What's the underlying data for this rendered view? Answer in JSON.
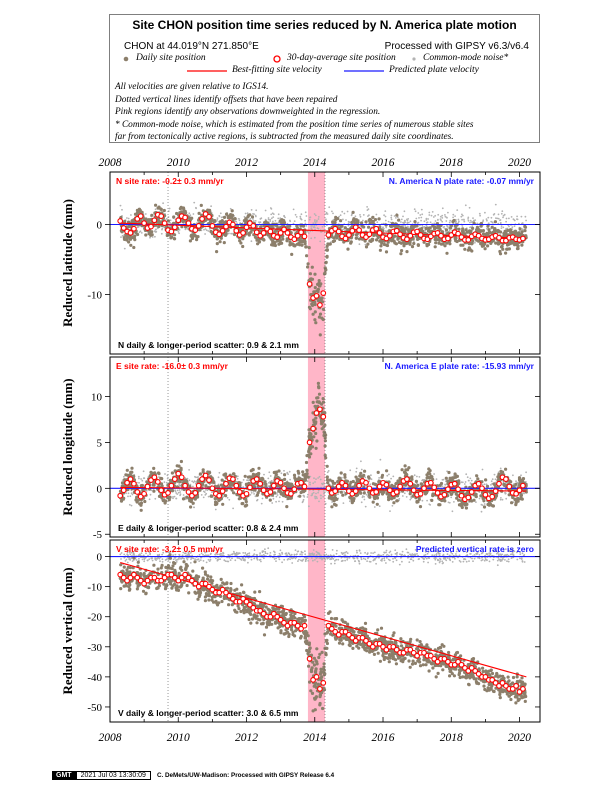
{
  "legend": {
    "title": "Site CHON position time series reduced by N. America plate motion",
    "site_line": "CHON at 44.019°N 271.850°E",
    "processed": "Processed with GIPSY v6.3/v6.4",
    "daily_label": "Daily site position",
    "avg_label": "30-day-average site position",
    "common_label": "Common-mode noise*",
    "fit_label": "Best-fitting site velocity",
    "pred_label": "Predicted plate velocity",
    "notes": [
      "All velocities are given relative to IGS14.",
      "Dotted vertical lines identify offsets that have been repaired",
      "Pink regions identify any observations downweighted in the regression.",
      "* Common-mode noise, which is estimated from the position time series of numerous stable sites",
      "far from tectonically active regions, is subtracted from the measured daily site coordinates."
    ]
  },
  "colors": {
    "daily": "#8c7f6b",
    "average": "#ff0000",
    "common": "#b3b3b3",
    "fit": "#ff0000",
    "predicted": "#1a1aff",
    "pink": "#ffb6c8"
  },
  "footer": {
    "logo": "GMT",
    "timestamp": "2021 Jul 03 13:30:09",
    "credit": "C. DeMets/UW-Madison: Processed with GIPSY Release 6.4"
  },
  "chart_data": [
    {
      "type": "scatter",
      "panel": "north",
      "ylabel": "Reduced latitude (mm)",
      "xlim": [
        2008,
        2020.6
      ],
      "ylim": [
        -18.5,
        7.5
      ],
      "xticks": [
        2008,
        2010,
        2012,
        2014,
        2016,
        2018,
        2020
      ],
      "yticks": [
        0,
        -10
      ],
      "site_rate": "N site rate:  -0.2± 0.3 mm/yr",
      "plate_rate": "N. America N plate rate:  -0.07 mm/yr",
      "scatter": "N daily & longer-period scatter:   0.9 &   2.1 mm",
      "fit_line": {
        "x": [
          2008.3,
          2020.2
        ],
        "y": [
          0.2,
          -2.0
        ]
      },
      "predicted_line": {
        "x": [
          2008,
          2020.6
        ],
        "y": [
          0,
          0
        ]
      },
      "offset_x": 2009.7,
      "pink_region": [
        2013.8,
        2014.3
      ],
      "averages": {
        "x": [
          2008.3,
          2008.4,
          2008.5,
          2008.6,
          2008.7,
          2008.8,
          2008.9,
          2009.0,
          2009.1,
          2009.2,
          2009.3,
          2009.4,
          2009.5,
          2009.6,
          2009.7,
          2009.8,
          2009.9,
          2010.0,
          2010.1,
          2010.2,
          2010.3,
          2010.4,
          2010.5,
          2010.6,
          2010.7,
          2010.8,
          2010.9,
          2011.0,
          2011.1,
          2011.2,
          2011.3,
          2011.4,
          2011.5,
          2011.6,
          2011.7,
          2011.8,
          2011.9,
          2012.0,
          2012.1,
          2012.2,
          2012.3,
          2012.4,
          2012.5,
          2012.6,
          2012.7,
          2012.8,
          2012.9,
          2013.0,
          2013.1,
          2013.2,
          2013.3,
          2013.4,
          2013.5,
          2013.6,
          2013.7,
          2013.85,
          2013.95,
          2014.05,
          2014.15,
          2014.25,
          2014.4,
          2014.5,
          2014.6,
          2014.7,
          2014.8,
          2014.9,
          2015.0,
          2015.1,
          2015.2,
          2015.3,
          2015.4,
          2015.5,
          2015.6,
          2015.7,
          2015.8,
          2015.9,
          2016.0,
          2016.1,
          2016.2,
          2016.3,
          2016.4,
          2016.5,
          2016.6,
          2016.7,
          2016.8,
          2016.9,
          2017.0,
          2017.1,
          2017.2,
          2017.3,
          2017.4,
          2017.5,
          2017.6,
          2017.7,
          2017.8,
          2017.9,
          2018.0,
          2018.1,
          2018.2,
          2018.3,
          2018.4,
          2018.5,
          2018.6,
          2018.7,
          2018.8,
          2018.9,
          2019.0,
          2019.1,
          2019.2,
          2019.3,
          2019.4,
          2019.5,
          2019.6,
          2019.7,
          2019.8,
          2019.9,
          2020.0,
          2020.1
        ],
        "y": [
          0.5,
          -0.5,
          -1.0,
          -1.2,
          -0.6,
          0.8,
          1.2,
          0.2,
          -0.5,
          -0.3,
          0.6,
          1.4,
          1.2,
          0.2,
          -0.8,
          -1.0,
          -0.4,
          0.6,
          1.2,
          1.0,
          0.2,
          -0.6,
          -0.8,
          -0.2,
          0.8,
          1.5,
          1.1,
          -0.2,
          -1.1,
          -1.4,
          -0.9,
          -0.3,
          0.3,
          0.0,
          -0.9,
          -1.5,
          -1.2,
          -0.4,
          0.2,
          -0.2,
          -1.1,
          -1.6,
          -1.2,
          -0.6,
          -1.0,
          -1.6,
          -1.8,
          -1.2,
          -0.7,
          -1.2,
          -1.8,
          -2.1,
          -1.6,
          -1.1,
          -1.7,
          -8.5,
          -10.5,
          -10.2,
          -11.5,
          -9.8,
          -1.5,
          -0.9,
          -0.6,
          -1.0,
          -1.7,
          -2.0,
          -1.5,
          -0.9,
          -0.4,
          -0.8,
          -1.5,
          -1.8,
          -1.4,
          -0.8,
          -0.6,
          -1.2,
          -1.8,
          -2.0,
          -1.6,
          -1.0,
          -0.9,
          -1.4,
          -1.9,
          -2.1,
          -1.6,
          -1.1,
          -1.0,
          -1.5,
          -2.0,
          -2.1,
          -1.7,
          -1.3,
          -1.2,
          -1.6,
          -2.1,
          -2.0,
          -1.5,
          -1.1,
          -1.3,
          -1.8,
          -2.2,
          -2.2,
          -1.7,
          -1.4,
          -1.6,
          -2.0,
          -2.2,
          -2.1,
          -1.8,
          -1.6,
          -1.9,
          -2.3,
          -2.3,
          -1.9,
          -1.8,
          -2.1,
          -2.2,
          -2.0
        ]
      },
      "noise": {
        "center_y": [
          0.4,
          -1.8
        ],
        "spread": 1.6,
        "common_center": 0,
        "common_spread": 1.8
      }
    },
    {
      "type": "scatter",
      "panel": "east",
      "ylabel": "Reduced longitude (mm)",
      "xlim": [
        2008,
        2020.6
      ],
      "ylim": [
        -5.3,
        14.3
      ],
      "xticks": [
        2008,
        2010,
        2012,
        2014,
        2016,
        2018,
        2020
      ],
      "yticks": [
        10,
        5,
        0,
        -5
      ],
      "site_rate": "E site rate:  -16.0± 0.3 mm/yr",
      "plate_rate": "N. America E plate rate:  -15.93 mm/yr",
      "scatter": "E daily & longer-period scatter:   0.8 &   2.4 mm",
      "fit_line": {
        "x": [
          2008.3,
          2020.2
        ],
        "y": [
          0.1,
          -0.3
        ]
      },
      "predicted_line": {
        "x": [
          2008,
          2020.6
        ],
        "y": [
          0,
          0
        ]
      },
      "offset_x": 2009.7,
      "pink_region": [
        2013.8,
        2014.3
      ],
      "averages": {
        "x": [
          2008.3,
          2008.4,
          2008.5,
          2008.6,
          2008.7,
          2008.8,
          2008.9,
          2009.0,
          2009.1,
          2009.2,
          2009.3,
          2009.4,
          2009.5,
          2009.6,
          2009.7,
          2009.8,
          2009.9,
          2010.0,
          2010.1,
          2010.2,
          2010.3,
          2010.4,
          2010.5,
          2010.6,
          2010.7,
          2010.8,
          2010.9,
          2011.0,
          2011.1,
          2011.2,
          2011.3,
          2011.4,
          2011.5,
          2011.6,
          2011.7,
          2011.8,
          2011.9,
          2012.0,
          2012.1,
          2012.2,
          2012.3,
          2012.4,
          2012.5,
          2012.6,
          2012.7,
          2012.8,
          2012.9,
          2013.0,
          2013.1,
          2013.2,
          2013.3,
          2013.4,
          2013.5,
          2013.6,
          2013.7,
          2013.85,
          2013.95,
          2014.05,
          2014.15,
          2014.25,
          2014.4,
          2014.5,
          2014.6,
          2014.7,
          2014.8,
          2014.9,
          2015.0,
          2015.1,
          2015.2,
          2015.3,
          2015.4,
          2015.5,
          2015.6,
          2015.7,
          2015.8,
          2015.9,
          2016.0,
          2016.1,
          2016.2,
          2016.3,
          2016.4,
          2016.5,
          2016.6,
          2016.7,
          2016.8,
          2016.9,
          2017.0,
          2017.1,
          2017.2,
          2017.3,
          2017.4,
          2017.5,
          2017.6,
          2017.7,
          2017.8,
          2017.9,
          2018.0,
          2018.1,
          2018.2,
          2018.3,
          2018.4,
          2018.5,
          2018.6,
          2018.7,
          2018.8,
          2018.9,
          2019.0,
          2019.1,
          2019.2,
          2019.3,
          2019.4,
          2019.5,
          2019.6,
          2019.7,
          2019.8,
          2019.9,
          2020.0,
          2020.1
        ],
        "y": [
          -0.8,
          -0.2,
          0.6,
          1.0,
          0.5,
          -0.4,
          -0.9,
          -0.6,
          0.2,
          0.9,
          1.2,
          0.7,
          -0.2,
          -0.7,
          -0.5,
          0.3,
          1.0,
          1.6,
          1.2,
          0.3,
          -0.4,
          -0.8,
          -0.5,
          0.3,
          1.0,
          1.4,
          0.9,
          0.0,
          -0.6,
          -0.8,
          -0.3,
          0.5,
          1.1,
          1.0,
          0.3,
          -0.4,
          -0.8,
          -0.6,
          0.1,
          0.8,
          1.0,
          0.5,
          -0.2,
          -0.6,
          -0.4,
          0.3,
          0.8,
          0.6,
          0.0,
          -0.5,
          -0.6,
          -0.1,
          0.5,
          0.6,
          0.2,
          5.0,
          6.5,
          8.2,
          8.6,
          7.8,
          0.0,
          -0.5,
          -0.3,
          0.2,
          0.6,
          0.3,
          -0.3,
          -0.6,
          -0.3,
          0.3,
          0.8,
          0.6,
          0.0,
          -0.5,
          -0.4,
          0.2,
          0.6,
          0.4,
          -0.2,
          -0.6,
          -0.4,
          0.2,
          0.8,
          1.0,
          0.5,
          -0.2,
          -0.7,
          -0.6,
          0.0,
          0.5,
          0.6,
          0.1,
          -0.5,
          -0.9,
          -0.7,
          -0.1,
          0.4,
          0.5,
          -0.1,
          -0.8,
          -1.2,
          -1.0,
          -0.4,
          0.3,
          0.5,
          0.0,
          -0.7,
          -1.1,
          -0.9,
          -0.3,
          0.5,
          1.2,
          1.0,
          0.2,
          -0.5,
          -0.6,
          -0.2,
          0.3
        ]
      },
      "noise": {
        "center_y": [
          0.0,
          -0.3
        ],
        "spread": 1.2,
        "common_center": 0,
        "common_spread": 1.5
      }
    },
    {
      "type": "scatter",
      "panel": "vertical",
      "ylabel": "Reduced vertical (mm)",
      "xlim": [
        2008,
        2020.6
      ],
      "ylim": [
        -55,
        5.5
      ],
      "xticks": [
        2008,
        2010,
        2012,
        2014,
        2016,
        2018,
        2020
      ],
      "yticks": [
        0,
        -10,
        -20,
        -30,
        -40,
        -50
      ],
      "site_rate": "V site rate:  -3.2± 0.5 mm/yr",
      "plate_rate": "Predicted vertical rate is zero",
      "scatter": "V daily & longer-period scatter:   3.0 &   6.5 mm",
      "fit_line": {
        "x": [
          2008.3,
          2020.2
        ],
        "y": [
          -2.0,
          -40.0
        ]
      },
      "predicted_line": {
        "x": [
          2008,
          2020.6
        ],
        "y": [
          0,
          0
        ]
      },
      "offset_x": 2009.7,
      "pink_region": [
        2013.8,
        2014.3
      ],
      "averages": {
        "x": [
          2008.3,
          2008.4,
          2008.5,
          2008.6,
          2008.7,
          2008.8,
          2008.9,
          2009.0,
          2009.1,
          2009.2,
          2009.3,
          2009.4,
          2009.5,
          2009.6,
          2009.7,
          2009.8,
          2009.9,
          2010.0,
          2010.1,
          2010.2,
          2010.3,
          2010.4,
          2010.5,
          2010.6,
          2010.7,
          2010.8,
          2010.9,
          2011.0,
          2011.1,
          2011.2,
          2011.3,
          2011.4,
          2011.5,
          2011.6,
          2011.7,
          2011.8,
          2011.9,
          2012.0,
          2012.1,
          2012.2,
          2012.3,
          2012.4,
          2012.5,
          2012.6,
          2012.7,
          2012.8,
          2012.9,
          2013.0,
          2013.1,
          2013.2,
          2013.3,
          2013.4,
          2013.5,
          2013.6,
          2013.7,
          2013.85,
          2013.95,
          2014.05,
          2014.15,
          2014.25,
          2014.4,
          2014.5,
          2014.6,
          2014.7,
          2014.8,
          2014.9,
          2015.0,
          2015.1,
          2015.2,
          2015.3,
          2015.4,
          2015.5,
          2015.6,
          2015.7,
          2015.8,
          2015.9,
          2016.0,
          2016.1,
          2016.2,
          2016.3,
          2016.4,
          2016.5,
          2016.6,
          2016.7,
          2016.8,
          2016.9,
          2017.0,
          2017.1,
          2017.2,
          2017.3,
          2017.4,
          2017.5,
          2017.6,
          2017.7,
          2017.8,
          2017.9,
          2018.0,
          2018.1,
          2018.2,
          2018.3,
          2018.4,
          2018.5,
          2018.6,
          2018.7,
          2018.8,
          2018.9,
          2019.0,
          2019.1,
          2019.2,
          2019.3,
          2019.4,
          2019.5,
          2019.6,
          2019.7,
          2019.8,
          2019.9,
          2020.0,
          2020.1
        ],
        "y": [
          -6,
          -7,
          -8,
          -7,
          -6,
          -7,
          -8,
          -9,
          -8,
          -7,
          -7,
          -8,
          -8,
          -7,
          -6,
          -6,
          -7,
          -8,
          -7,
          -6,
          -7,
          -8,
          -9,
          -10,
          -9,
          -9,
          -10,
          -11,
          -12,
          -12,
          -11,
          -12,
          -13,
          -14,
          -15,
          -15,
          -14,
          -15,
          -16,
          -17,
          -18,
          -18,
          -19,
          -20,
          -20,
          -19,
          -20,
          -21,
          -22,
          -23,
          -22,
          -22,
          -23,
          -24,
          -23,
          -34,
          -41,
          -40,
          -44,
          -42,
          -23,
          -24,
          -25,
          -26,
          -25,
          -25,
          -26,
          -27,
          -28,
          -27,
          -27,
          -28,
          -29,
          -30,
          -29,
          -29,
          -30,
          -31,
          -30,
          -30,
          -31,
          -32,
          -32,
          -31,
          -31,
          -32,
          -33,
          -32,
          -32,
          -33,
          -33,
          -34,
          -35,
          -34,
          -34,
          -35,
          -36,
          -36,
          -35,
          -36,
          -37,
          -38,
          -37,
          -38,
          -39,
          -40,
          -40,
          -41,
          -41,
          -42,
          -43,
          -42,
          -43,
          -44,
          -44,
          -43,
          -45,
          -44
        ]
      },
      "noise": {
        "center_y": [
          -6,
          -44
        ],
        "spread": 4.0,
        "common_center": 0,
        "common_spread": 1.8
      }
    }
  ]
}
